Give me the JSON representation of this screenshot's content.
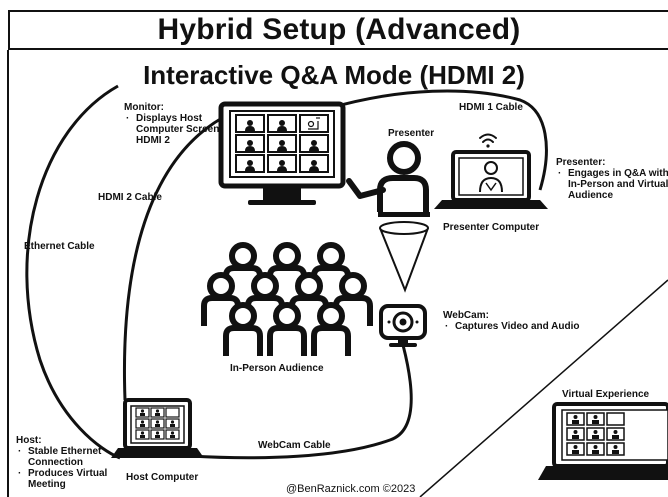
{
  "header": {
    "title": "Hybrid Setup (Advanced)",
    "subtitle": "Interactive Q&A Mode (HDMI 2)"
  },
  "monitor": {
    "heading": "Monitor:",
    "notes": [
      "Displays Host Computer Screen HDMI 2"
    ]
  },
  "presenter_figure": {
    "label": "Presenter"
  },
  "presenter_computer": {
    "label": "Presenter Computer"
  },
  "presenter_note": {
    "heading": "Presenter:",
    "notes": [
      "Engages in Q&A with In-Person and Virtual Audience"
    ]
  },
  "webcam": {
    "heading": "WebCam:",
    "notes": [
      "Captures Video and Audio"
    ]
  },
  "audience": {
    "label": "In-Person Audience"
  },
  "host_computer": {
    "label": "Host Computer"
  },
  "host_note": {
    "heading": "Host:",
    "notes": [
      "Stable Ethernet Connection",
      "Produces Virtual Meeting"
    ]
  },
  "virtual": {
    "label": "Virtual Experience"
  },
  "cables": {
    "hdmi1": "HDMI 1 Cable",
    "hdmi2": "HDMI 2 Cable",
    "ethernet": "Ethernet Cable",
    "webcam": "WebCam Cable"
  },
  "credit": "@BenRaznick.com ©2023",
  "icons": [
    "wifi-icon",
    "person-icon",
    "hand-raised-icon",
    "webcam-icon"
  ]
}
